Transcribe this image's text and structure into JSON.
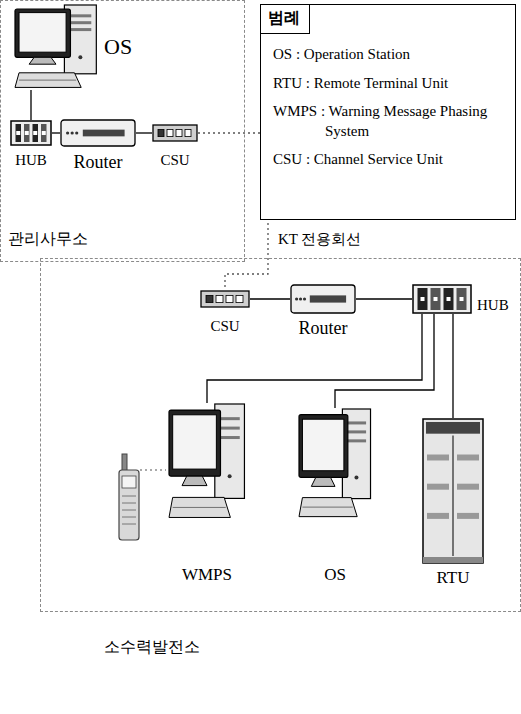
{
  "diagram": {
    "nodes": [
      {
        "text": [
          "관리사무소"
        ]
      },
      {
        "text": [
          "OS"
        ],
        "in": 0
      },
      {
        "text": [
          "HUB"
        ],
        "in": 0
      },
      {
        "text": [
          "Router"
        ],
        "in": 0
      },
      {
        "text": [
          "CSU"
        ],
        "in": 0
      },
      {
        "text": [
          "소수력발전소"
        ]
      },
      {
        "text": [
          "CSU"
        ],
        "in": 5
      },
      {
        "text": [
          "Router"
        ],
        "in": 5
      },
      {
        "text": [
          "HUB"
        ],
        "in": 5
      },
      {
        "text": [
          "WMPS"
        ],
        "in": 5
      },
      {
        "text": [
          "OS"
        ],
        "in": 5
      },
      {
        "text": [
          "RTU"
        ],
        "in": 5
      }
    ],
    "edges": [
      {
        "from": 1,
        "to": 2,
        "arrow": "none"
      },
      {
        "from": 2,
        "to": 3,
        "arrow": "none"
      },
      {
        "from": 3,
        "to": 4,
        "arrow": "none"
      },
      {
        "from": 4,
        "to": 6,
        "label": "KT 전용회선",
        "arrow": "none"
      },
      {
        "from": 6,
        "to": 7,
        "arrow": "none"
      },
      {
        "from": 7,
        "to": 8,
        "arrow": "none"
      },
      {
        "from": 8,
        "to": 9,
        "arrow": "none"
      },
      {
        "from": 8,
        "to": 10,
        "arrow": "none"
      },
      {
        "from": 8,
        "to": 11,
        "arrow": "none"
      }
    ],
    "labels": [
      "범례"
    ],
    "legend": [
      {
        "text": "OS : Operation Station"
      },
      {
        "text": "RTU : Remote Terminal Unit"
      },
      {
        "text": "WMPS : Warning Message Phasing System"
      },
      {
        "text": "CSU : Channel Service Unit"
      }
    ]
  }
}
